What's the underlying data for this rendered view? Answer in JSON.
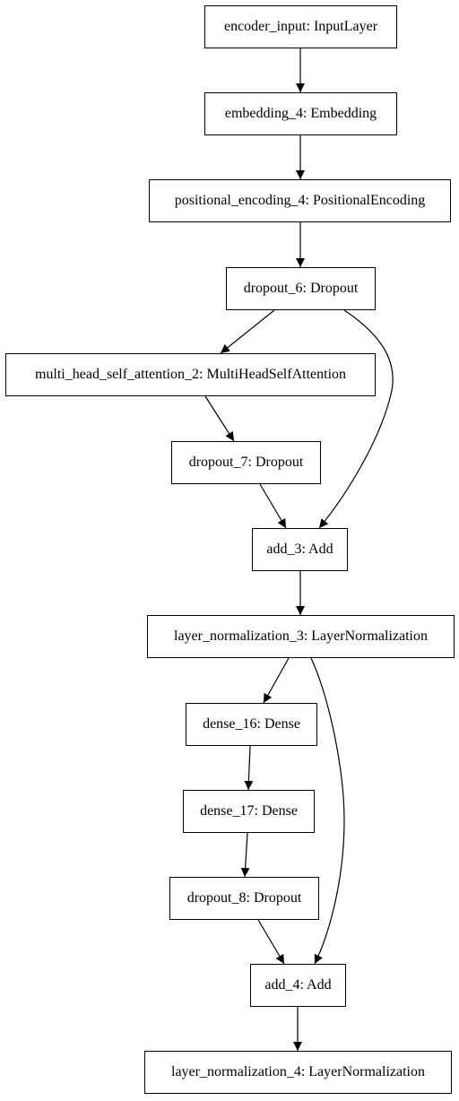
{
  "nodes": [
    {
      "id": "encoder_input",
      "label": "encoder_input: InputLayer"
    },
    {
      "id": "embedding_4",
      "label": "embedding_4: Embedding"
    },
    {
      "id": "positional_encoding_4",
      "label": "positional_encoding_4: PositionalEncoding"
    },
    {
      "id": "dropout_6",
      "label": "dropout_6: Dropout"
    },
    {
      "id": "multi_head_self_attention_2",
      "label": "multi_head_self_attention_2: MultiHeadSelfAttention"
    },
    {
      "id": "dropout_7",
      "label": "dropout_7: Dropout"
    },
    {
      "id": "add_3",
      "label": "add_3: Add"
    },
    {
      "id": "layer_normalization_3",
      "label": "layer_normalization_3: LayerNormalization"
    },
    {
      "id": "dense_16",
      "label": "dense_16: Dense"
    },
    {
      "id": "dense_17",
      "label": "dense_17: Dense"
    },
    {
      "id": "dropout_8",
      "label": "dropout_8: Dropout"
    },
    {
      "id": "add_4",
      "label": "add_4: Add"
    },
    {
      "id": "layer_normalization_4",
      "label": "layer_normalization_4: LayerNormalization"
    }
  ],
  "edges": [
    {
      "from": "encoder_input",
      "to": "embedding_4"
    },
    {
      "from": "embedding_4",
      "to": "positional_encoding_4"
    },
    {
      "from": "positional_encoding_4",
      "to": "dropout_6"
    },
    {
      "from": "dropout_6",
      "to": "multi_head_self_attention_2"
    },
    {
      "from": "dropout_6",
      "to": "add_3"
    },
    {
      "from": "multi_head_self_attention_2",
      "to": "dropout_7"
    },
    {
      "from": "dropout_7",
      "to": "add_3"
    },
    {
      "from": "add_3",
      "to": "layer_normalization_3"
    },
    {
      "from": "layer_normalization_3",
      "to": "dense_16"
    },
    {
      "from": "layer_normalization_3",
      "to": "add_4"
    },
    {
      "from": "dense_16",
      "to": "dense_17"
    },
    {
      "from": "dense_17",
      "to": "dropout_8"
    },
    {
      "from": "dropout_8",
      "to": "add_4"
    },
    {
      "from": "add_4",
      "to": "layer_normalization_4"
    }
  ]
}
